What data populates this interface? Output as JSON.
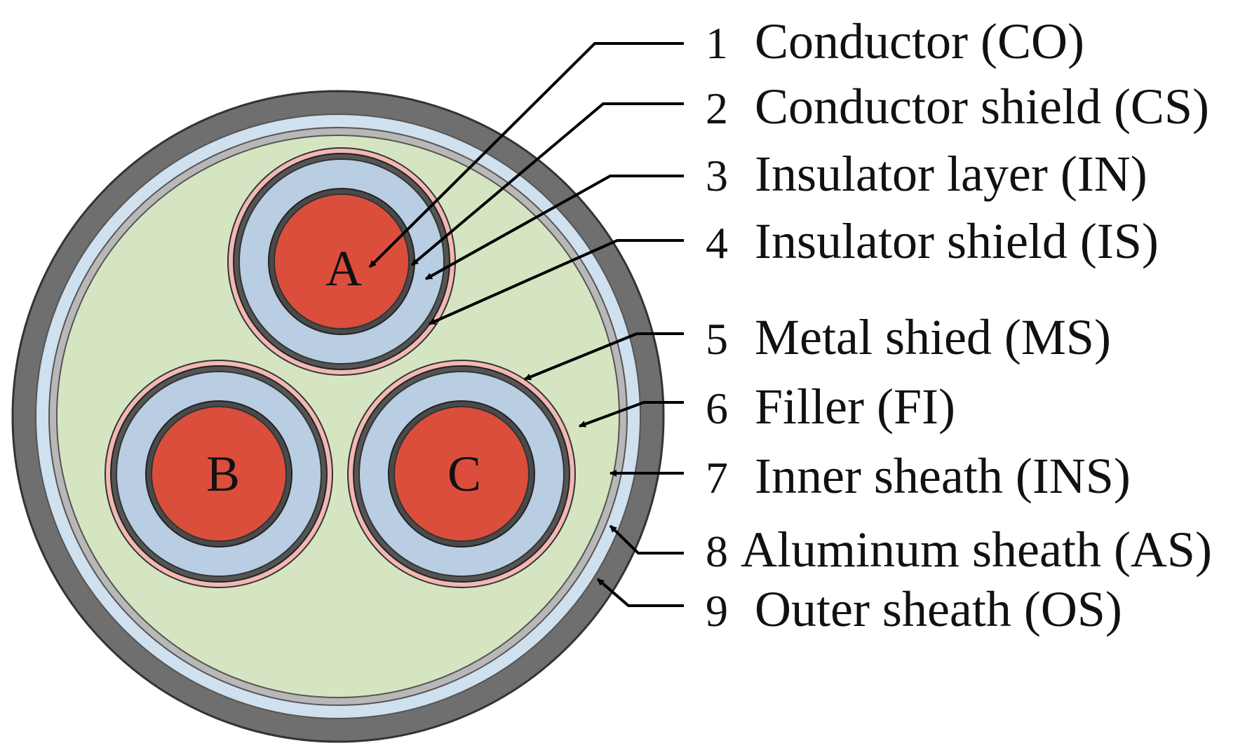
{
  "colors": {
    "outer_sheath": "#6f6f6f",
    "aluminum_sheath": "#cfe0ef",
    "inner_sheath": "#b8b8b8",
    "filler": "#d6e5c1",
    "metal_shield": "#f3b8b3",
    "insulator_shield": "#555555",
    "insulator_layer": "#b9cde3",
    "conductor_shield": "#4a4a4a",
    "conductor": "#dc4e3c",
    "outline": "#333333"
  },
  "cores": [
    {
      "id": "A",
      "label": "A"
    },
    {
      "id": "B",
      "label": "B"
    },
    {
      "id": "C",
      "label": "C"
    }
  ],
  "legend": [
    {
      "number": "1",
      "text": "Conductor (CO)"
    },
    {
      "number": "2",
      "text": "Conductor shield (CS)"
    },
    {
      "number": "3",
      "text": "Insulator layer (IN)"
    },
    {
      "number": "4",
      "text": "Insulator shield (IS)"
    },
    {
      "number": "5",
      "text": "Metal shied (MS)"
    },
    {
      "number": "6",
      "text": "Filler (FI)"
    },
    {
      "number": "7",
      "text": "Inner sheath (INS)"
    },
    {
      "number": "8",
      "text": "Aluminum sheath (AS)"
    },
    {
      "number": "9",
      "text": "Outer sheath (OS)"
    }
  ]
}
